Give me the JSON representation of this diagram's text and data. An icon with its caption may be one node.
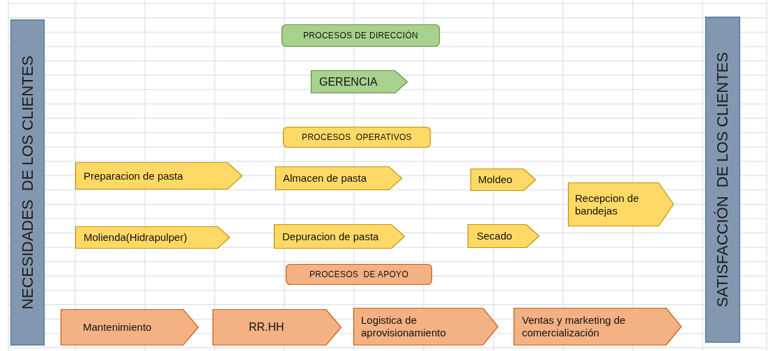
{
  "diagram": {
    "nodes": [
      {
        "text": [
          "NECESIDADES  DE LOS CLIENTES"
        ]
      },
      {
        "text": [
          "SATISFACCIÓN  DE LOS CLIENTES"
        ]
      },
      {
        "text": [
          "PROCESOS DE DIRECCIÓN"
        ]
      },
      {
        "text": [
          "GERENCIA"
        ]
      },
      {
        "text": [
          "PROCESOS  OPERATIVOS"
        ]
      },
      {
        "text": [
          "Preparacion de pasta"
        ]
      },
      {
        "text": [
          "Almacen de pasta"
        ]
      },
      {
        "text": [
          "Moldeo"
        ]
      },
      {
        "text": [
          "Recepcion de bandejas"
        ]
      },
      {
        "text": [
          "Molienda(Hidrapulper)"
        ]
      },
      {
        "text": [
          "Depuracion de pasta"
        ]
      },
      {
        "text": [
          "Secado"
        ]
      },
      {
        "text": [
          "PROCESOS  DE APOYO"
        ]
      },
      {
        "text": [
          "Mantenimiento"
        ]
      },
      {
        "text": [
          "RR.HH"
        ]
      },
      {
        "text": [
          "Logistica de aprovisionamiento"
        ]
      },
      {
        "text": [
          "Ventas y marketing de comercialización"
        ]
      }
    ]
  }
}
